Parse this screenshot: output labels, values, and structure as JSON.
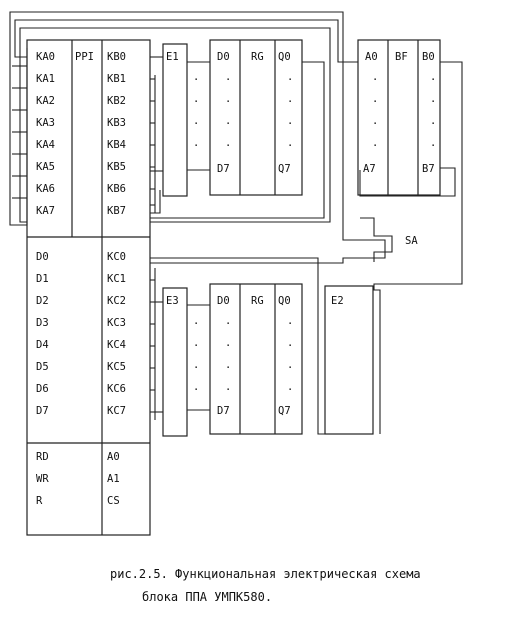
{
  "ppi": {
    "title": "PPI",
    "port_a": [
      "KA0",
      "KA1",
      "KA2",
      "KA3",
      "KA4",
      "KA5",
      "KA6",
      "KA7"
    ],
    "port_b": [
      "KB0",
      "KB1",
      "KB2",
      "KB3",
      "KB4",
      "KB5",
      "KB6",
      "KB7"
    ],
    "data": [
      "D0",
      "D1",
      "D2",
      "D3",
      "D4",
      "D5",
      "D6",
      "D7"
    ],
    "port_c": [
      "KC0",
      "KC1",
      "KC2",
      "KC3",
      "KC4",
      "KC5",
      "KC6",
      "KC7"
    ],
    "ctrl_left": [
      "RD",
      "WR",
      "R"
    ],
    "ctrl_right": [
      "A0",
      "A1",
      "CS"
    ]
  },
  "reg_top": {
    "enable": "E1",
    "title": "RG",
    "d_first": "D0",
    "d_last": "D7",
    "q_first": "Q0",
    "q_last": "Q7",
    "dot": "."
  },
  "reg_bottom": {
    "enable": "E3",
    "title": "RG",
    "d_first": "D0",
    "d_last": "D7",
    "q_first": "Q0",
    "q_last": "Q7",
    "dot": "."
  },
  "buffer": {
    "title": "BF",
    "a_first": "A0",
    "a_last": "A7",
    "b_first": "B0",
    "b_last": "B7",
    "dot": "."
  },
  "e2": {
    "label": "E2"
  },
  "switch": {
    "label": "SA"
  },
  "caption": {
    "line1": "рис.2.5. Функциональная электрическая схема",
    "line2": "блока ППА УМПК580."
  }
}
